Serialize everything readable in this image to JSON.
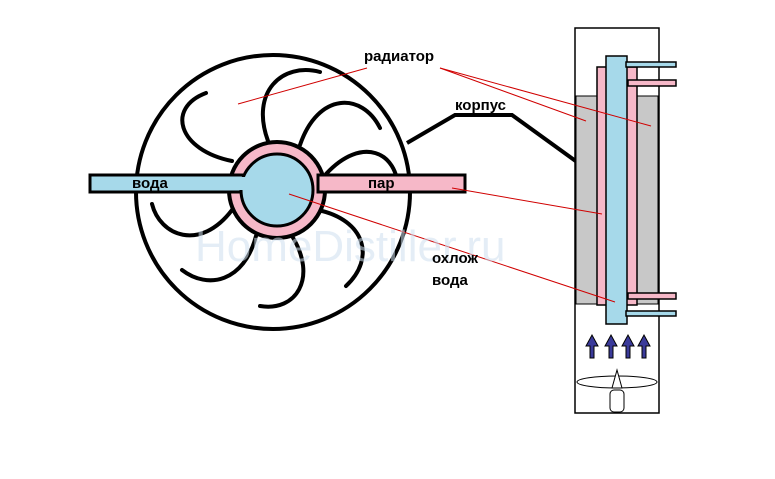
{
  "labels": {
    "radiator": "радиатор",
    "housing": "корпус",
    "water": "вода",
    "steam": "пар",
    "cooling_water_line1": "охлож",
    "cooling_water_line2": "вода"
  },
  "watermark": "HomeDistiller.ru",
  "colors": {
    "water": "#a6d9ea",
    "steam": "#f6b8c8",
    "housing": "#c8c8c8",
    "leader_line": "#d00000",
    "arrow": "#3a3a9a",
    "outline": "#000000"
  }
}
